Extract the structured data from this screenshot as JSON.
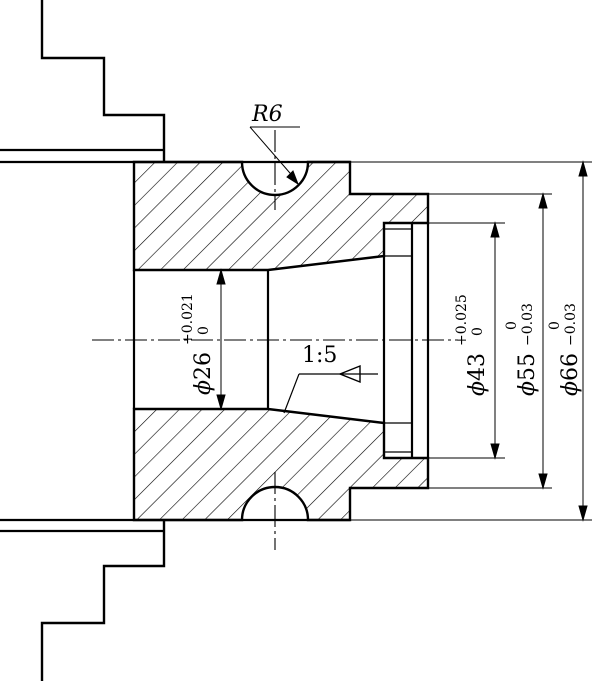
{
  "labels": {
    "radius": "R6",
    "taper": "1:5",
    "bore_d26": {
      "symbol": "ϕ",
      "value": "26",
      "upper": "+0.021",
      "lower": "0"
    },
    "bore_d43": {
      "symbol": "ϕ",
      "value": "43",
      "upper": "+0.025",
      "lower": "0"
    },
    "od_d55": {
      "symbol": "ϕ",
      "value": "55",
      "upper": "0",
      "lower": "−0.03"
    },
    "od_d66": {
      "symbol": "ϕ",
      "value": "66",
      "upper": "0",
      "lower": "−0.03"
    }
  }
}
